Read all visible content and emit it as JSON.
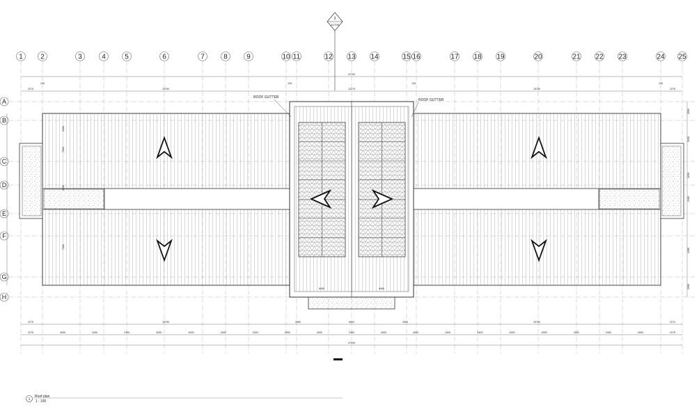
{
  "title_block": {
    "number": "1",
    "name": "Roof plan",
    "scale": "1 : 100"
  },
  "section_tag": {
    "number": "3",
    "sheet": "A1705"
  },
  "grid_columns": [
    "1",
    "2",
    "3",
    "4",
    "5",
    "6",
    "7",
    "8",
    "9",
    "10",
    "11",
    "12",
    "13",
    "14",
    "15",
    "16",
    "17",
    "18",
    "19",
    "20",
    "21",
    "22",
    "23",
    "24",
    "25"
  ],
  "grid_rows": [
    "A",
    "B",
    "C",
    "D",
    "E",
    "F",
    "G",
    "H"
  ],
  "labels": {
    "gutter_left": "ROOF GUTTER",
    "gutter_right": "ROOF GUTTER"
  },
  "dimensions": {
    "top_overall": "47100",
    "top_segments": [
      "2275",
      "15750",
      "12275",
      "15750",
      "2275"
    ],
    "top_small": [
      "126",
      "126",
      "126",
      "126"
    ],
    "center_widths": [
      "6450",
      "6450"
    ],
    "bottom_segments_1": [
      "2275",
      "15750",
      "2550",
      "6900",
      "2550",
      "15750",
      "2274"
    ],
    "bottom_segments_2": [
      "2275",
      "4000",
      "2400",
      "2400",
      "4000",
      "4000",
      "2400",
      "2400",
      "4000",
      "4000",
      "2400",
      "4000",
      "4000",
      "2400",
      "2400",
      "4000",
      "4000",
      "2400",
      "2400",
      "4000",
      "2275"
    ],
    "bottom_overall": "47000",
    "right_side": [
      "2000",
      "6100",
      "3200",
      "2400",
      "4180",
      "2000"
    ],
    "left_side": [
      "3150",
      "7300",
      "3200",
      "7300"
    ]
  },
  "colors": {
    "line": "#333333",
    "light_line": "#9a9a9a",
    "grid": "#b5b5b5"
  }
}
